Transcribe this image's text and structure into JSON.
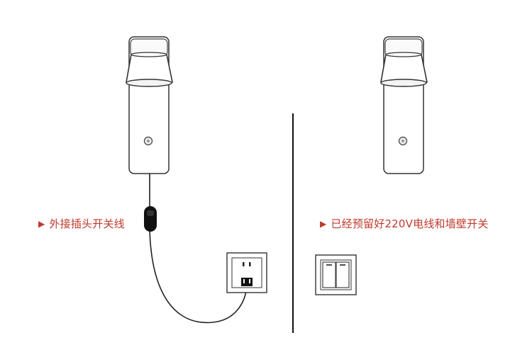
{
  "options": [
    {
      "caption": "外接插头开关线",
      "fixture": "wall-lamp",
      "accessory": "inline-switch-cord-and-outlet"
    },
    {
      "caption": "已经预留好220V电线和墙壁开关",
      "fixture": "wall-lamp",
      "accessory": "double-wall-switch"
    }
  ],
  "colors": {
    "caption": "#c0392b",
    "line": "#222222",
    "divider": "#111111"
  },
  "icons": {
    "marker": "▶"
  }
}
